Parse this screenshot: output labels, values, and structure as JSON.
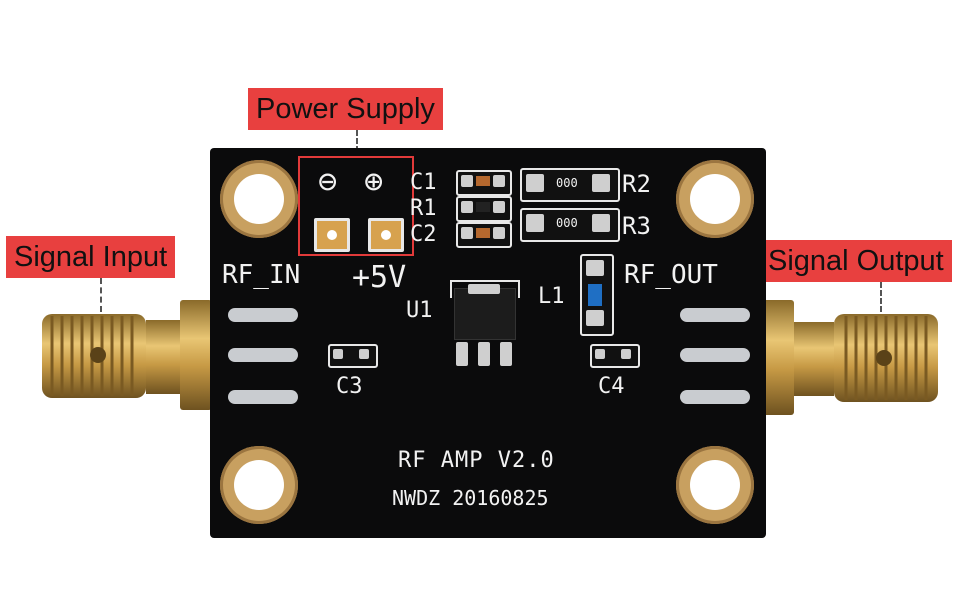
{
  "callouts": {
    "power_supply": "Power Supply",
    "signal_input": "Signal Input",
    "signal_output": "Signal Output"
  },
  "silkscreen": {
    "minus_symbol": "⊖",
    "plus_symbol": "⊕",
    "c1": "C1",
    "r1": "R1",
    "c2": "C2",
    "r2": "R2",
    "r3": "R3",
    "rf_in": "RF_IN",
    "plus_5v": "+5V",
    "u1": "U1",
    "l1": "L1",
    "rf_out": "RF_OUT",
    "c3": "C3",
    "c4": "C4",
    "title": "RF AMP V2.0",
    "maker": "NWDZ 20160825",
    "r2_value": "000",
    "r3_value": "000"
  },
  "colors": {
    "callout_bg": "#e8403f",
    "board": "#0b0b0c",
    "gold": "#d7a24e",
    "silkscreen": "#f2f2f2",
    "highlight_box": "#e23a3a"
  }
}
